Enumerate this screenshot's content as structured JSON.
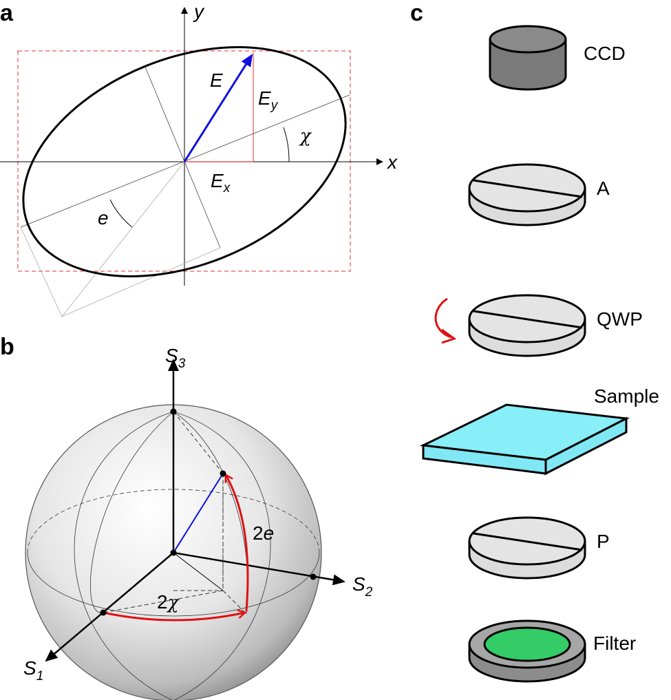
{
  "panels": {
    "a": {
      "letter": "a",
      "axis_x": "x",
      "axis_y": "y",
      "field": "E",
      "comp_y_main": "E",
      "comp_y_sub": "y",
      "comp_x_main": "E",
      "comp_x_sub": "x",
      "angle_chi": "χ",
      "angle_e": "e"
    },
    "b": {
      "letter": "b",
      "s3_main": "S",
      "s3_sub": "3",
      "s2_main": "S",
      "s2_sub": "2",
      "s1_main": "S",
      "s1_sub": "1",
      "two_e_num": "2",
      "two_e_sym": "e",
      "two_chi_num": "2",
      "two_chi_sym": "χ"
    },
    "c": {
      "letter": "c",
      "components": [
        {
          "label": "CCD",
          "color": "#808080"
        },
        {
          "label": "A",
          "color": "#e0e0e0"
        },
        {
          "label": "QWP",
          "color": "#e0e0e0"
        },
        {
          "label": "Sample",
          "color": "#80f0f8"
        },
        {
          "label": "P",
          "color": "#e0e0e0"
        },
        {
          "label": "Filter",
          "color": "#33cc66"
        }
      ]
    }
  },
  "colors": {
    "field_vector": "#1010e0",
    "guide_red": "#e03030",
    "arc_red": "#e01010"
  }
}
